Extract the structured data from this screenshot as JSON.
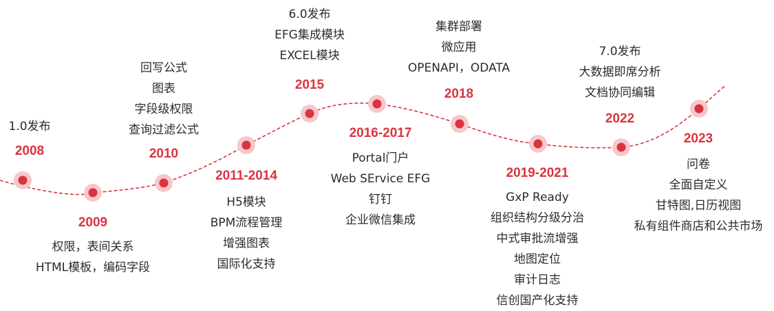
{
  "colors": {
    "accent": "#d9333f",
    "dot_halo": "#f6c7cb",
    "text": "#2b2b2b",
    "background": "#ffffff"
  },
  "milestones": [
    {
      "year": "2008",
      "features": [
        "1.0发布"
      ]
    },
    {
      "year": "2009",
      "features": [
        "权限，表间关系",
        "HTML模板，编码字段"
      ]
    },
    {
      "year": "2010",
      "features": [
        "回写公式",
        "图表",
        "字段级权限",
        "查询过滤公式"
      ]
    },
    {
      "year": "2011-2014",
      "features": [
        "H5模块",
        "BPM流程管理",
        "增强图表",
        "国际化支持"
      ]
    },
    {
      "year": "2015",
      "features": [
        "6.0发布",
        "EFG集成模块",
        "EXCEL模块"
      ]
    },
    {
      "year": "2016-2017",
      "features": [
        "Portal门户",
        "Web SErvice EFG",
        "钉钉",
        "企业微信集成"
      ]
    },
    {
      "year": "2018",
      "features": [
        "集群部署",
        "微应用",
        "OPENAPI，ODATA"
      ]
    },
    {
      "year": "2019-2021",
      "features": [
        "GxP Ready",
        "组织结构分级分治",
        "中式审批流增强",
        "地图定位",
        "审计日志",
        "信创国产化支持"
      ]
    },
    {
      "year": "2022",
      "features": [
        "7.0发布",
        "大数据即席分析",
        "文档协同编辑"
      ]
    },
    {
      "year": "2023",
      "features": [
        "问卷",
        "全面自定义",
        "甘特图,日历视图",
        "私有组件商店和公共市场"
      ]
    }
  ]
}
